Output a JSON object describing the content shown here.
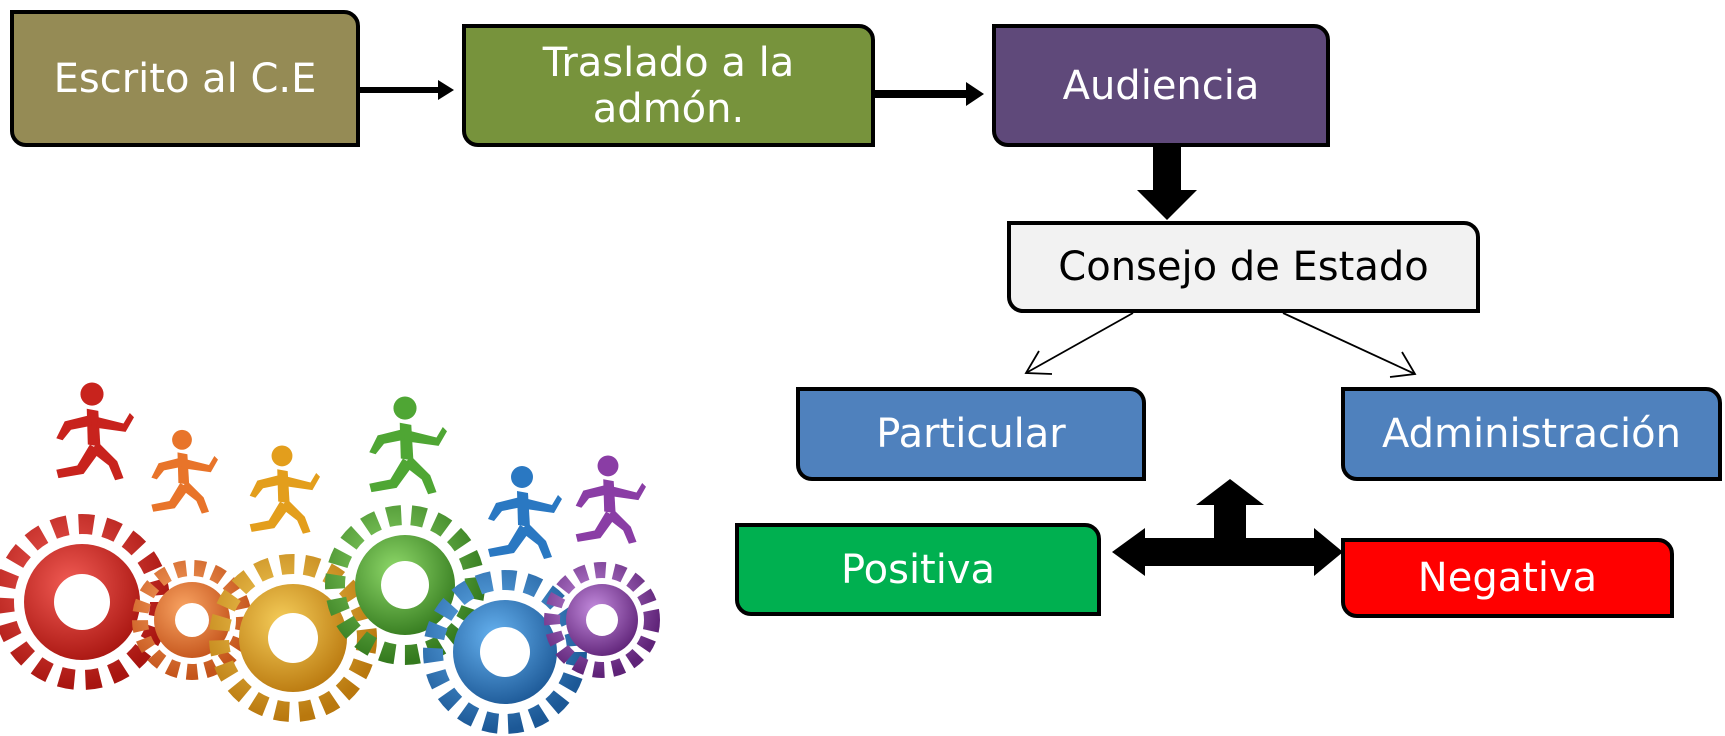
{
  "nodes": {
    "escrito": {
      "label": "Escrito al C.E",
      "color": "#958B55"
    },
    "traslado": {
      "label": "Traslado a la admón.",
      "color": "#77933C"
    },
    "audiencia": {
      "label": "Audiencia",
      "color": "#5F497A"
    },
    "consejo": {
      "label": "Consejo de Estado",
      "color": "#F2F2F2"
    },
    "particular": {
      "label": "Particular",
      "color": "#4F81BD"
    },
    "administracion": {
      "label": "Administración",
      "color": "#4F81BD"
    },
    "positiva": {
      "label": "Positiva",
      "color": "#00B050"
    },
    "negativa": {
      "label": "Negativa",
      "color": "#FF0000"
    }
  },
  "illustration": {
    "name": "gears-and-runners-illustration",
    "colors": [
      "#D62B26",
      "#EE7A2A",
      "#E8A21D",
      "#5BAE3A",
      "#2E7FC8",
      "#8B3FA6"
    ]
  }
}
